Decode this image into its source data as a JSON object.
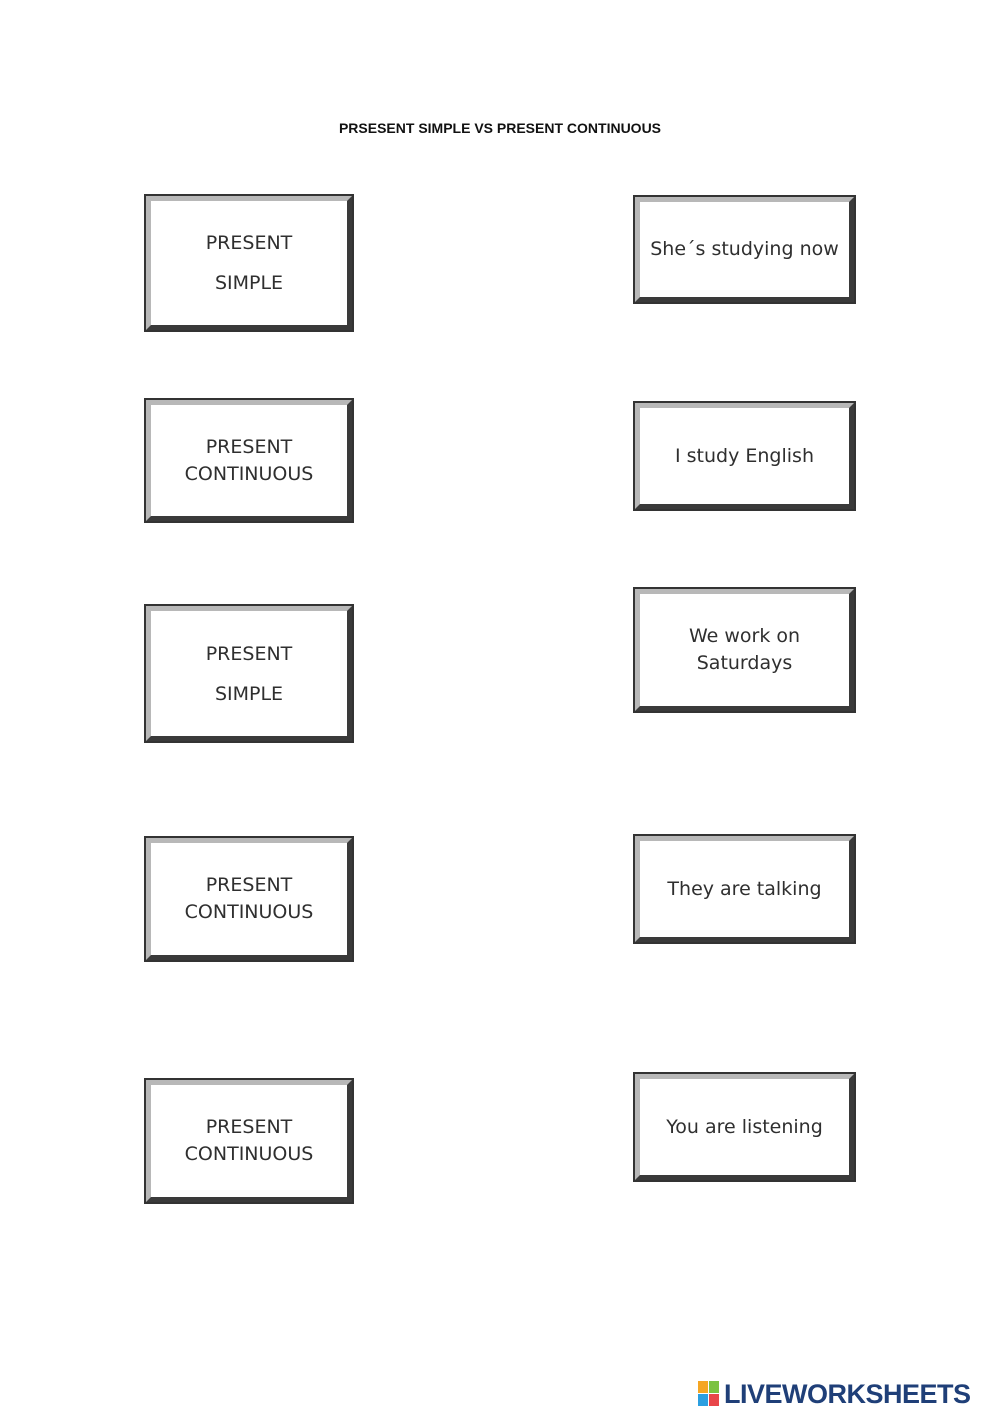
{
  "title": "PRSESENT SIMPLE VS PRESENT CONTINUOUS",
  "left_cards": [
    {
      "line1": "PRESENT",
      "line2": "SIMPLE"
    },
    {
      "line1": "PRESENT",
      "line2": "CONTINUOUS"
    },
    {
      "line1": "PRESENT",
      "line2": "SIMPLE"
    },
    {
      "line1": "PRESENT",
      "line2": "CONTINUOUS"
    },
    {
      "line1": "PRESENT",
      "line2": "CONTINUOUS"
    }
  ],
  "right_cards": [
    {
      "line1": "She´s studying now",
      "line2": ""
    },
    {
      "line1": "I study English",
      "line2": ""
    },
    {
      "line1": "We work on",
      "line2": "Saturdays"
    },
    {
      "line1": "They are talking",
      "line2": ""
    },
    {
      "line1": "You are listening",
      "line2": ""
    }
  ],
  "brand": {
    "text": "LIVEWORKSHEETS",
    "icon": "liveworksheets-logo-icon",
    "text_color": "#1f3f78"
  }
}
